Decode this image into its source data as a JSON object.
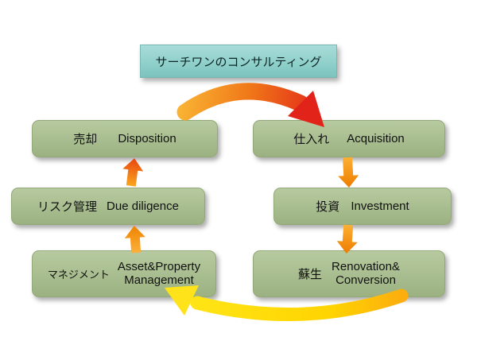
{
  "title": {
    "label": "サーチワンのコンサルティング"
  },
  "nodes": {
    "disposition": {
      "jp": "売却",
      "en": "Disposition"
    },
    "acquisition": {
      "jp": "仕入れ",
      "en": "Acquisition"
    },
    "due_diligence": {
      "jp": "リスク管理",
      "en": "Due diligence"
    },
    "investment": {
      "jp": "投資",
      "en": "Investment"
    },
    "management": {
      "jp": "マネジメント",
      "en_line1": "Asset&Property",
      "en_line2": "Management"
    },
    "renovation": {
      "jp": "蘇生",
      "en_line1": "Renovation&",
      "en_line2": "Conversion"
    }
  },
  "colors": {
    "node_fill": "#a8bd8f",
    "title_fill": "#8ecfca",
    "arrow_red": "#e2231a",
    "arrow_orange": "#ef7c00",
    "arrow_yellow": "#ffe100",
    "background": "#ffffff"
  }
}
